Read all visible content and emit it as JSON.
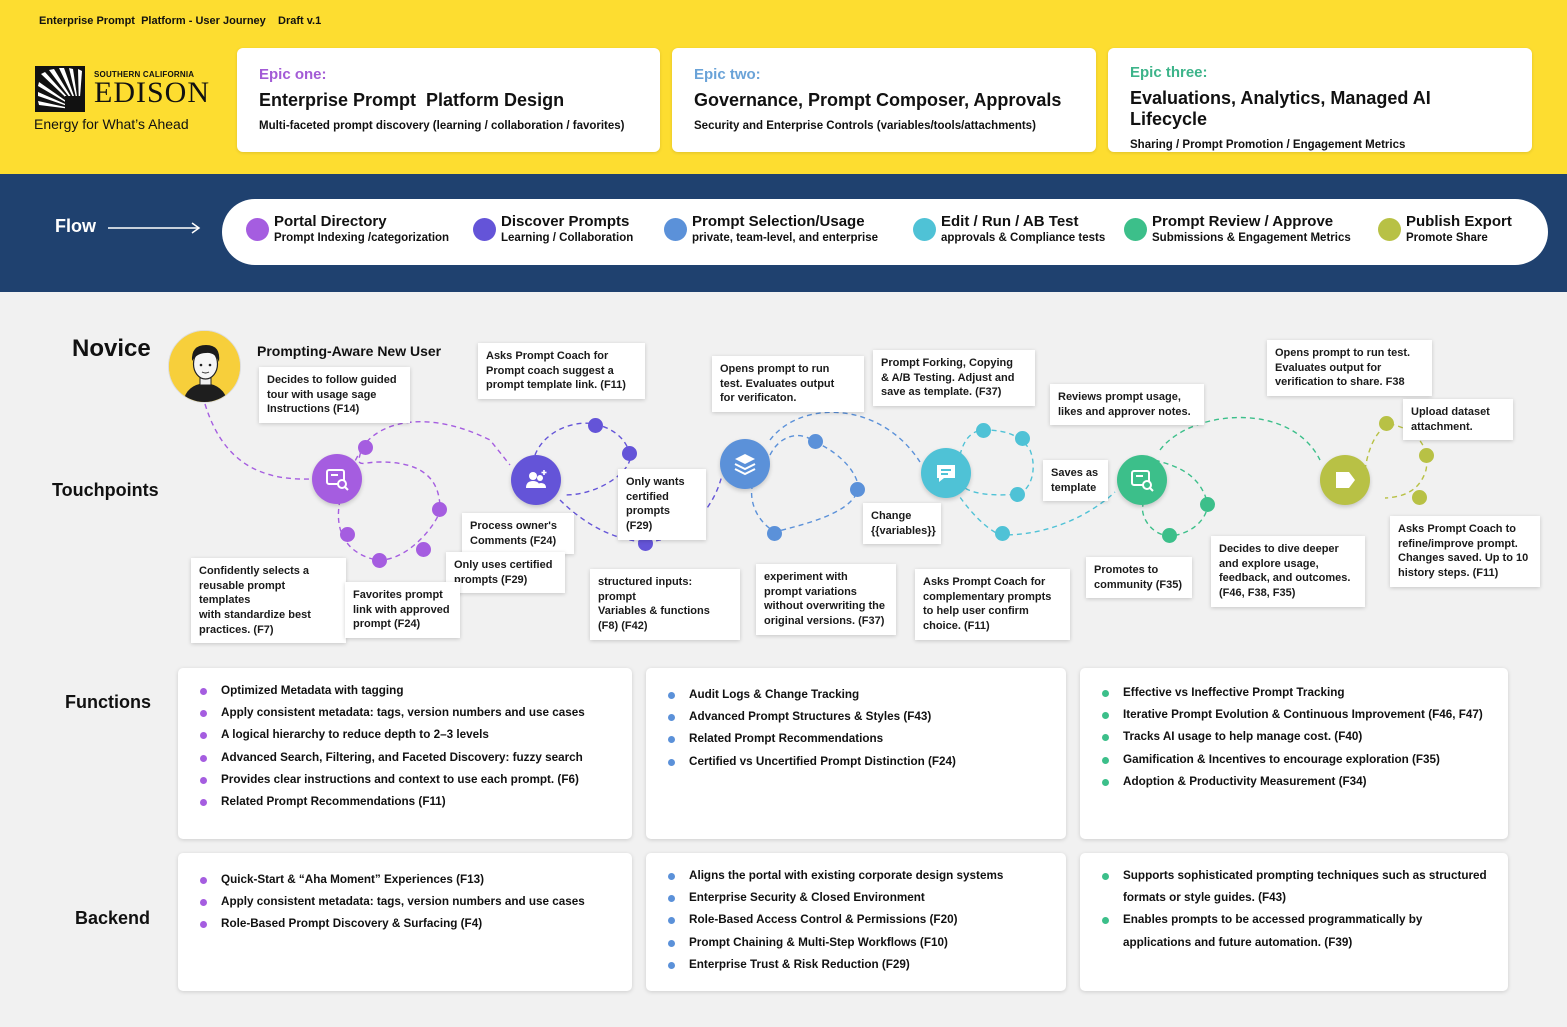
{
  "header": {
    "doc_title": "Enterprise Prompt  Platform - User Journey    Draft v.1",
    "logo": {
      "line1": "SOUTHERN CALIFORNIA",
      "name": "EDISON",
      "tagline": "Energy for What’s Ahead"
    },
    "epics": [
      {
        "kicker": "Epic one:",
        "title": "Enterprise Prompt  Platform Design",
        "subtitle": "Multi-faceted prompt discovery (learning / collaboration / favorites)",
        "color": "#a35bd6"
      },
      {
        "kicker": "Epic two:",
        "title": "Governance, Prompt Composer, Approvals",
        "subtitle": "Security and Enterprise Controls (variables/tools/attachments)",
        "color": "#6aa3d8"
      },
      {
        "kicker": "Epic three:",
        "title": "Evaluations, Analytics, Managed AI Lifecycle",
        "subtitle": "Sharing / Prompt Promotion / Engagement Metrics",
        "color": "#3db48a"
      }
    ]
  },
  "flow": {
    "label": "Flow",
    "steps": [
      {
        "title": "Portal Directory",
        "subtitle": "Prompt Indexing /categorization",
        "color": "#a55de0"
      },
      {
        "title": "Discover Prompts",
        "subtitle": "Learning / Collaboration",
        "color": "#6454d8"
      },
      {
        "title": "Prompt Selection/Usage",
        "subtitle": "private, team-level, and enterprise",
        "color": "#5b91d9"
      },
      {
        "title": "Edit / Run / AB Test",
        "subtitle": "approvals & Compliance tests",
        "color": "#4fc2d6"
      },
      {
        "title": "Prompt Review / Approve",
        "subtitle": "Submissions & Engagement Metrics",
        "color": "#3cbf8a"
      },
      {
        "title": "Publish Export",
        "subtitle": "Promote Share",
        "color": "#b8c145"
      }
    ]
  },
  "rows": {
    "persona": "Novice",
    "touchpoints": "Touchpoints",
    "functions": "Functions",
    "backend": "Backend"
  },
  "persona": {
    "name": "Prompting-Aware New User"
  },
  "nodes": [
    {
      "icon": "search-doc-icon",
      "color": "#a55de0"
    },
    {
      "icon": "users-icon",
      "color": "#6454d8"
    },
    {
      "icon": "layers-icon",
      "color": "#5b91d9"
    },
    {
      "icon": "chat-icon",
      "color": "#4fc2d6"
    },
    {
      "icon": "search-doc-icon",
      "color": "#3cbf8a"
    },
    {
      "icon": "tag-icon",
      "color": "#b8c145"
    }
  ],
  "cards": [
    "Decides to follow guided\ntour with usage sage\nInstructions (F14)",
    "Asks Prompt Coach for\nPrompt coach suggest a\nprompt template  link. (F11)",
    "Opens prompt to run\ntest. Evaluates output\nfor verificaton.",
    "Prompt Forking, Copying\n& A/B Testing. Adjust and\nsave as template. (F37)",
    "Reviews prompt usage,\nlikes and approver notes.",
    "Opens prompt to run test.\nEvaluates output for\nverification to share. F38",
    "Upload dataset\nattachment.",
    "Only wants\ncertified\nprompts (F29)",
    "Process owner's\nComments (F24)",
    "Only uses certified\nprompts (F29)",
    "Change\n{{variables}}",
    "Saves as\ntemplate",
    "Confidently selects a\nreusable prompt templates\nwith standardize best\npractices. (F7)",
    "Favorites prompt\nlink with approved\nprompt (F24)",
    "structured inputs: prompt\nVariables & functions\n(F8) (F42)",
    "experiment with\nprompt variations\nwithout overwriting the\noriginal versions. (F37)",
    "Asks Prompt Coach for\ncomplementary prompts\nto help user confirm\nchoice. (F11)",
    "Promotes to\ncommunity (F35)",
    "Decides to dive deeper\nand explore usage,\nfeedback, and outcomes.\n(F46, F38, F35)",
    "Asks Prompt Coach to\nrefine/improve prompt.\nChanges saved. Up to 10\nhistory steps. (F11)"
  ],
  "functions": [
    {
      "color": "#a55de0",
      "items": [
        "Optimized Metadata with tagging",
        "Apply consistent metadata: tags, version numbers and use cases",
        "A logical hierarchy to reduce depth to 2–3 levels",
        "Advanced Search, Filtering, and Faceted Discovery:  fuzzy search",
        "Provides clear instructions and context to use each prompt. (F6)",
        "Related Prompt Recommendations (F11)"
      ]
    },
    {
      "color": "#5b91d9",
      "items": [
        "Audit Logs & Change Tracking",
        "Advanced Prompt Structures & Styles (F43)",
        "Related Prompt Recommendations",
        "Certified vs Uncertified Prompt Distinction (F24)"
      ]
    },
    {
      "color": "#3cbf8a",
      "items": [
        "Effective vs Ineffective Prompt Tracking",
        "Iterative Prompt Evolution & Continuous Improvement (F46, F47)",
        "Tracks AI usage to help manage cost. (F40)",
        "Gamification & Incentives to encourage exploration (F35)",
        "Adoption & Productivity Measurement (F34)"
      ]
    }
  ],
  "backend": [
    {
      "color": "#a55de0",
      "items": [
        "Quick-Start & “Aha Moment” Experiences (F13)",
        "Apply consistent metadata: tags, version numbers and use cases",
        "Role-Based Prompt Discovery & Surfacing (F4)"
      ]
    },
    {
      "color": "#5b91d9",
      "items": [
        "Aligns the portal with existing corporate design systems",
        "Enterprise Security & Closed Environment",
        "Role-Based Access Control & Permissions  (F20)",
        "Prompt Chaining & Multi-Step Workflows (F10)",
        "Enterprise Trust & Risk Reduction (F29)"
      ]
    },
    {
      "color": "#3cbf8a",
      "items": [
        "Supports sophisticated prompting techniques such as structured formats or style guides. (F43)",
        "Enables prompts to be accessed programmatically by applications and future automation. (F39)"
      ]
    }
  ]
}
